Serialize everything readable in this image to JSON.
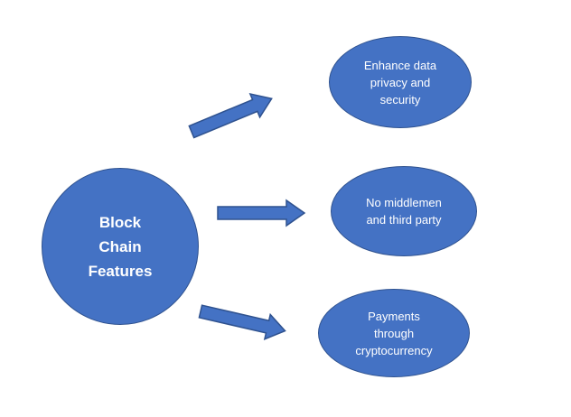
{
  "diagram": {
    "central": {
      "label": "Block\nChain\nFeatures"
    },
    "features": [
      {
        "label": "Enhance data\nprivacy and\nsecurity"
      },
      {
        "label": "No middlemen\nand third party"
      },
      {
        "label": "Payments\nthrough\ncryptocurrency"
      }
    ],
    "colors": {
      "fill": "#4472c4",
      "stroke": "#2f528f",
      "text": "#ffffff",
      "background": "#ffffff"
    },
    "icons": [
      "arrow-right-icon",
      "arrow-right-icon",
      "arrow-right-icon"
    ]
  }
}
